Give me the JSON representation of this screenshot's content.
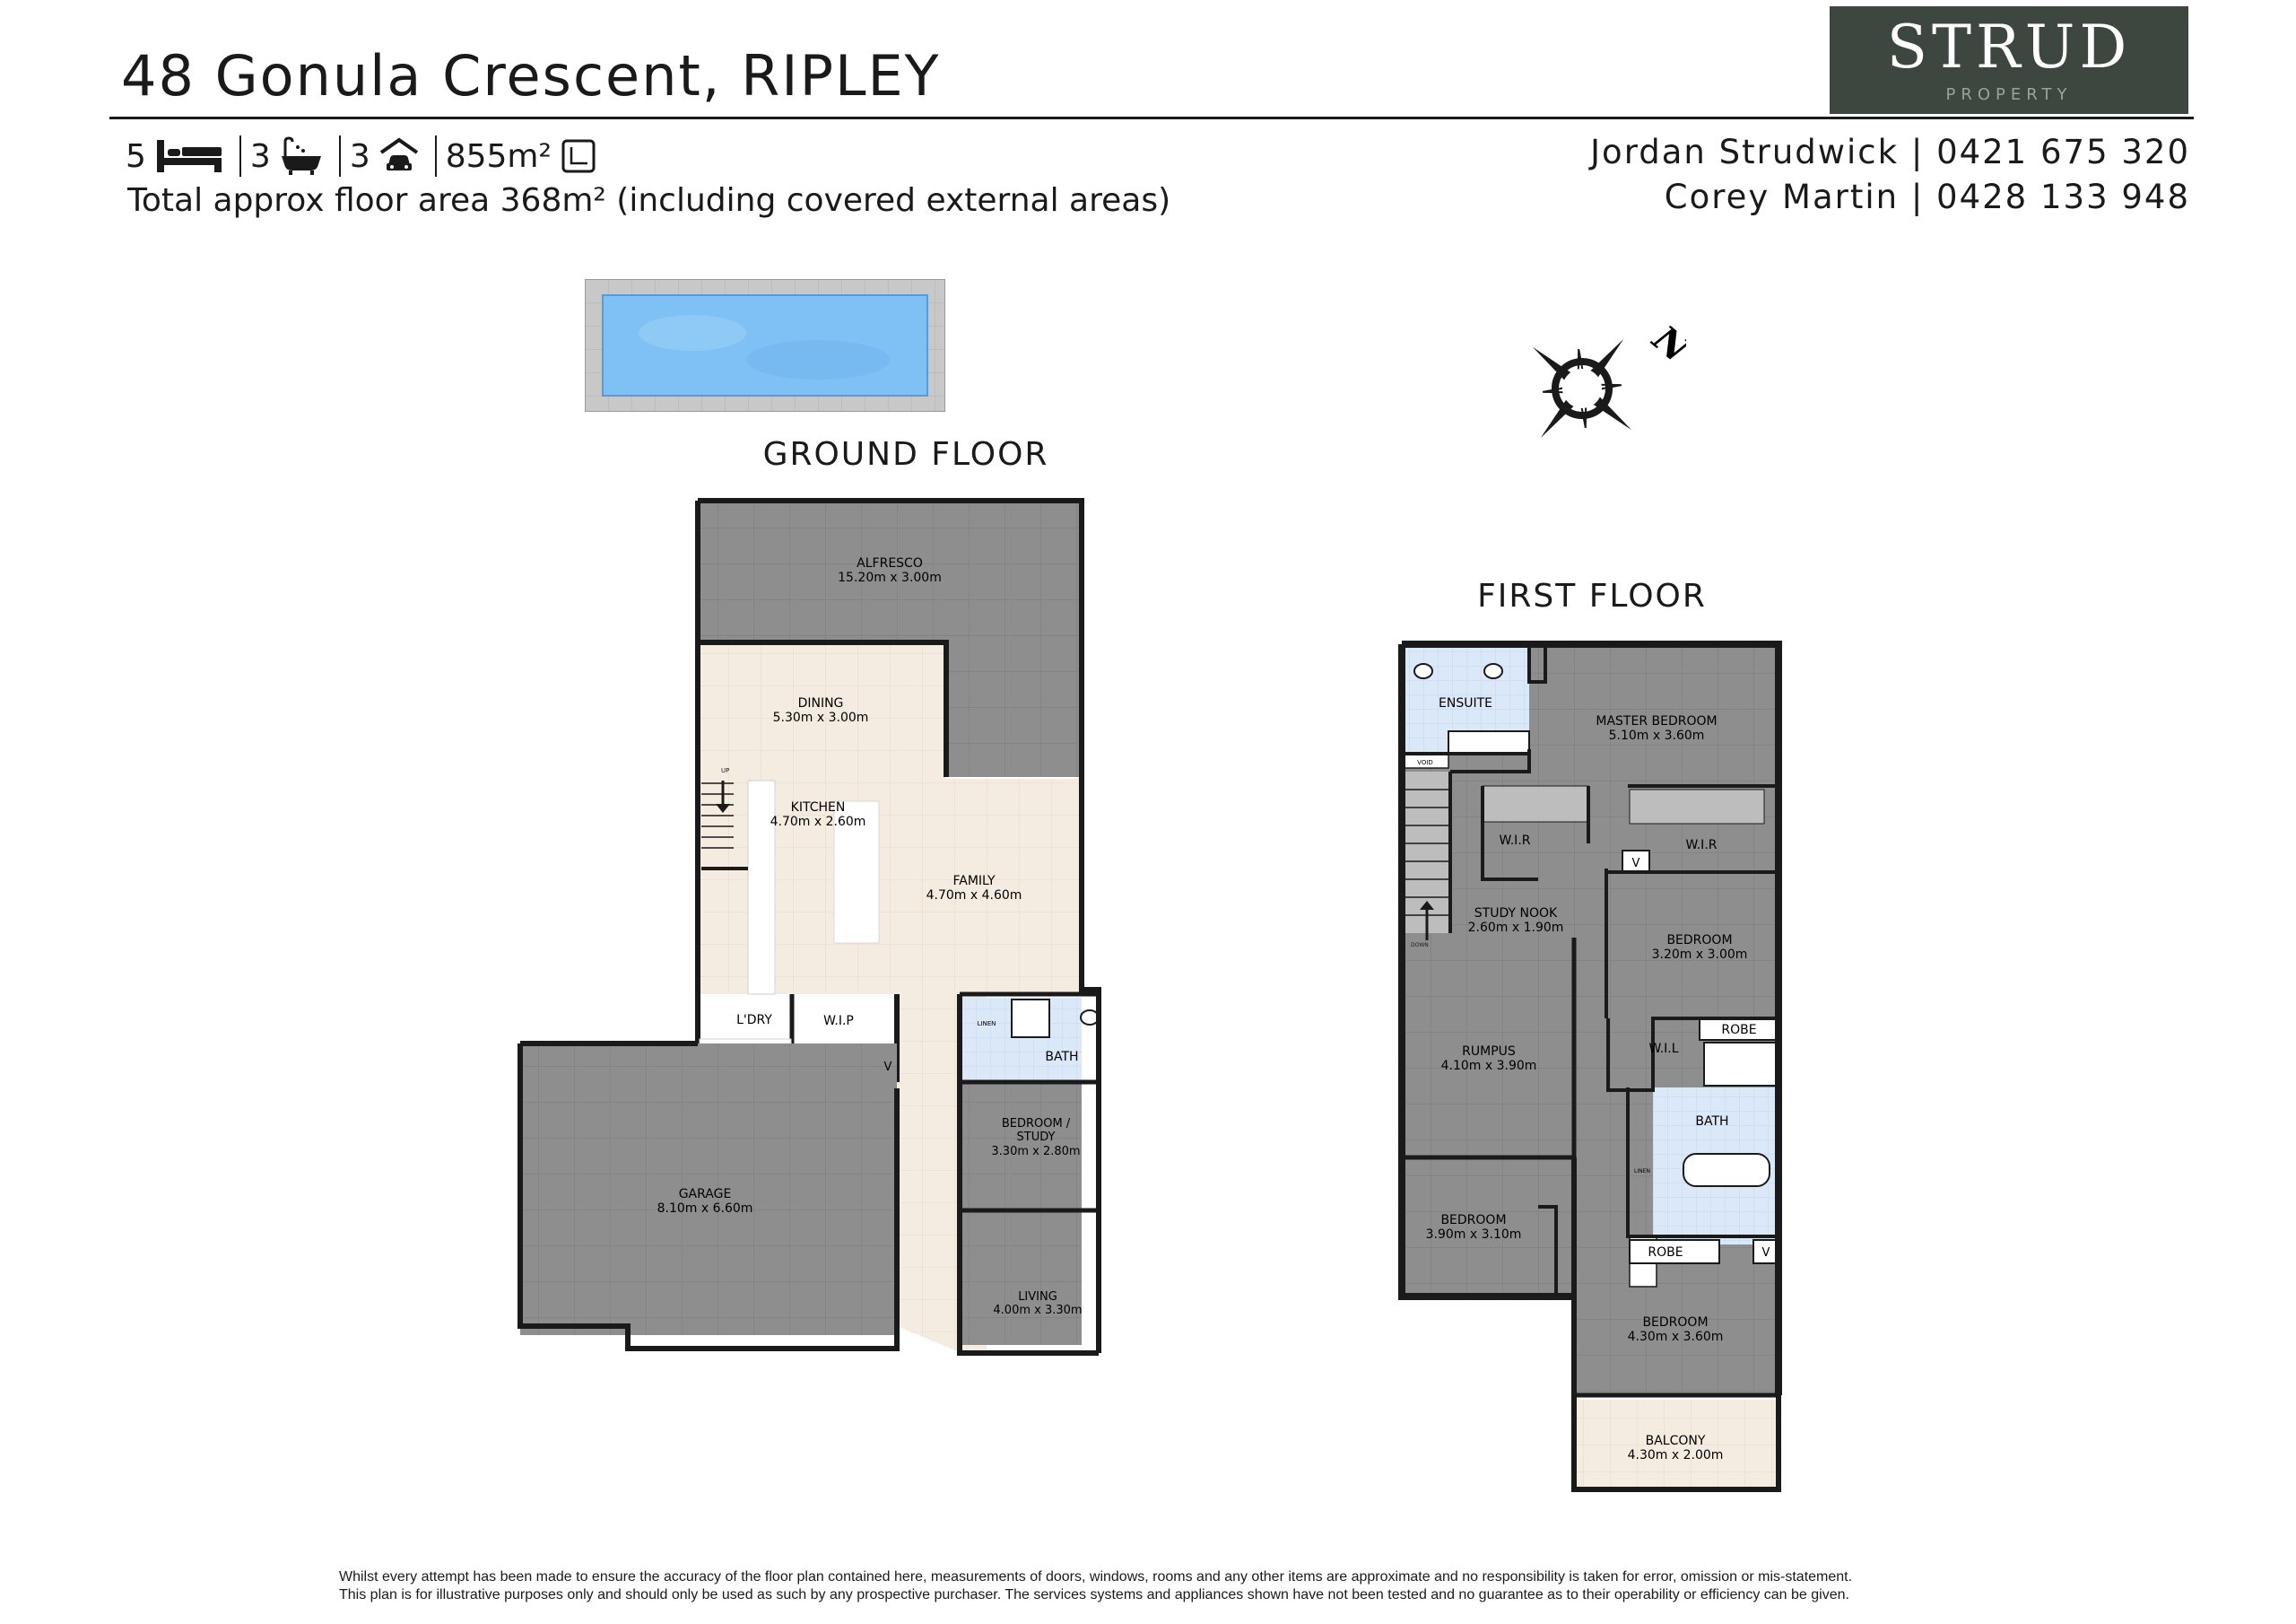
{
  "header": {
    "address": "48 Gonula Crescent, RIPLEY",
    "logo_brand": "STRUD",
    "logo_sub": "PROPERTY"
  },
  "specs": {
    "bedrooms": "5",
    "bathrooms": "3",
    "car_spaces": "3",
    "land_size": "855m²",
    "icons": [
      "bed-icon",
      "bath-icon",
      "car-icon",
      "land-size-icon"
    ],
    "total_area": "Total approx floor area 368m² (including covered external areas)"
  },
  "agents": [
    "Jordan Strudwick | 0421 675 320",
    "Corey Martin | 0428 133 948"
  ],
  "compass": {
    "north_label": "N"
  },
  "ground_floor": {
    "title": "GROUND FLOOR",
    "rooms": {
      "alfresco": {
        "name": "ALFRESCO",
        "size": "15.20m  x 3.00m"
      },
      "dining": {
        "name": "DINING",
        "size": "5.30m  x 3.00m"
      },
      "kitchen": {
        "name": "KITCHEN",
        "size": "4.70m  x 2.60m"
      },
      "family": {
        "name": "FAMILY",
        "size": "4.70m  x 4.60m"
      },
      "laundry": {
        "name": "L'DRY"
      },
      "wip": {
        "name": "W.I.P"
      },
      "bath": {
        "name": "BATH"
      },
      "linen": {
        "name": "LINEN"
      },
      "v": {
        "name": "V"
      },
      "bedroom_study": {
        "name1": "BEDROOM /",
        "name2": "STUDY",
        "size": "3.30m  x 2.80m"
      },
      "living": {
        "name": "LIVING",
        "size": "4.00m  x 3.30m"
      },
      "garage": {
        "name": "GARAGE",
        "size": "8.10m  x 6.60m"
      },
      "up": {
        "name": "UP"
      }
    }
  },
  "first_floor": {
    "title": "FIRST FLOOR",
    "rooms": {
      "ensuite": {
        "name": "ENSUITE"
      },
      "void": {
        "name": "VOID"
      },
      "master": {
        "name": "MASTER BEDROOM",
        "size": "5.10m  x 3.60m"
      },
      "wir1": {
        "name": "W.I.R"
      },
      "wir2": {
        "name": "W.I.R"
      },
      "v1": {
        "name": "V"
      },
      "study_nook": {
        "name": "STUDY NOOK",
        "size": "2.60m  x 1.90m"
      },
      "bedroom2": {
        "name": "BEDROOM",
        "size": "3.20m  x 3.00m"
      },
      "wil": {
        "name": "W.I.L"
      },
      "robe1": {
        "name": "ROBE"
      },
      "rumpus": {
        "name": "RUMPUS",
        "size": "4.10m  x 3.90m"
      },
      "bath": {
        "name": "BATH"
      },
      "linen": {
        "name": "LINEN"
      },
      "down": {
        "name": "DOWN"
      },
      "bedroom3": {
        "name": "BEDROOM",
        "size": "3.90m  x 3.10m"
      },
      "robe2": {
        "name": "ROBE"
      },
      "v2": {
        "name": "V"
      },
      "bedroom4": {
        "name": "BEDROOM",
        "size": "4.30m  x 3.60m"
      },
      "balcony": {
        "name": "BALCONY",
        "size": "4.30m  x 2.00m"
      }
    }
  },
  "disclaimer": {
    "line1": "Whilst every attempt has been made to ensure the accuracy of the floor plan contained here, measurements of doors, windows, rooms and any other items are approximate and no responsibility is taken for error, omission or mis-statement.",
    "line2": "This plan is for illustrative purposes only and should only be used as such by any prospective purchaser. The services systems and appliances shown have not been tested and no guarantee as to their operability or efficiency can be given."
  },
  "colors": {
    "logo_bg": "#3d4740",
    "room_grey": "#8e8e8e",
    "room_beige": "#f4ece0",
    "wet_blue": "#dbe8f8",
    "pool": "#7fc0f5"
  }
}
